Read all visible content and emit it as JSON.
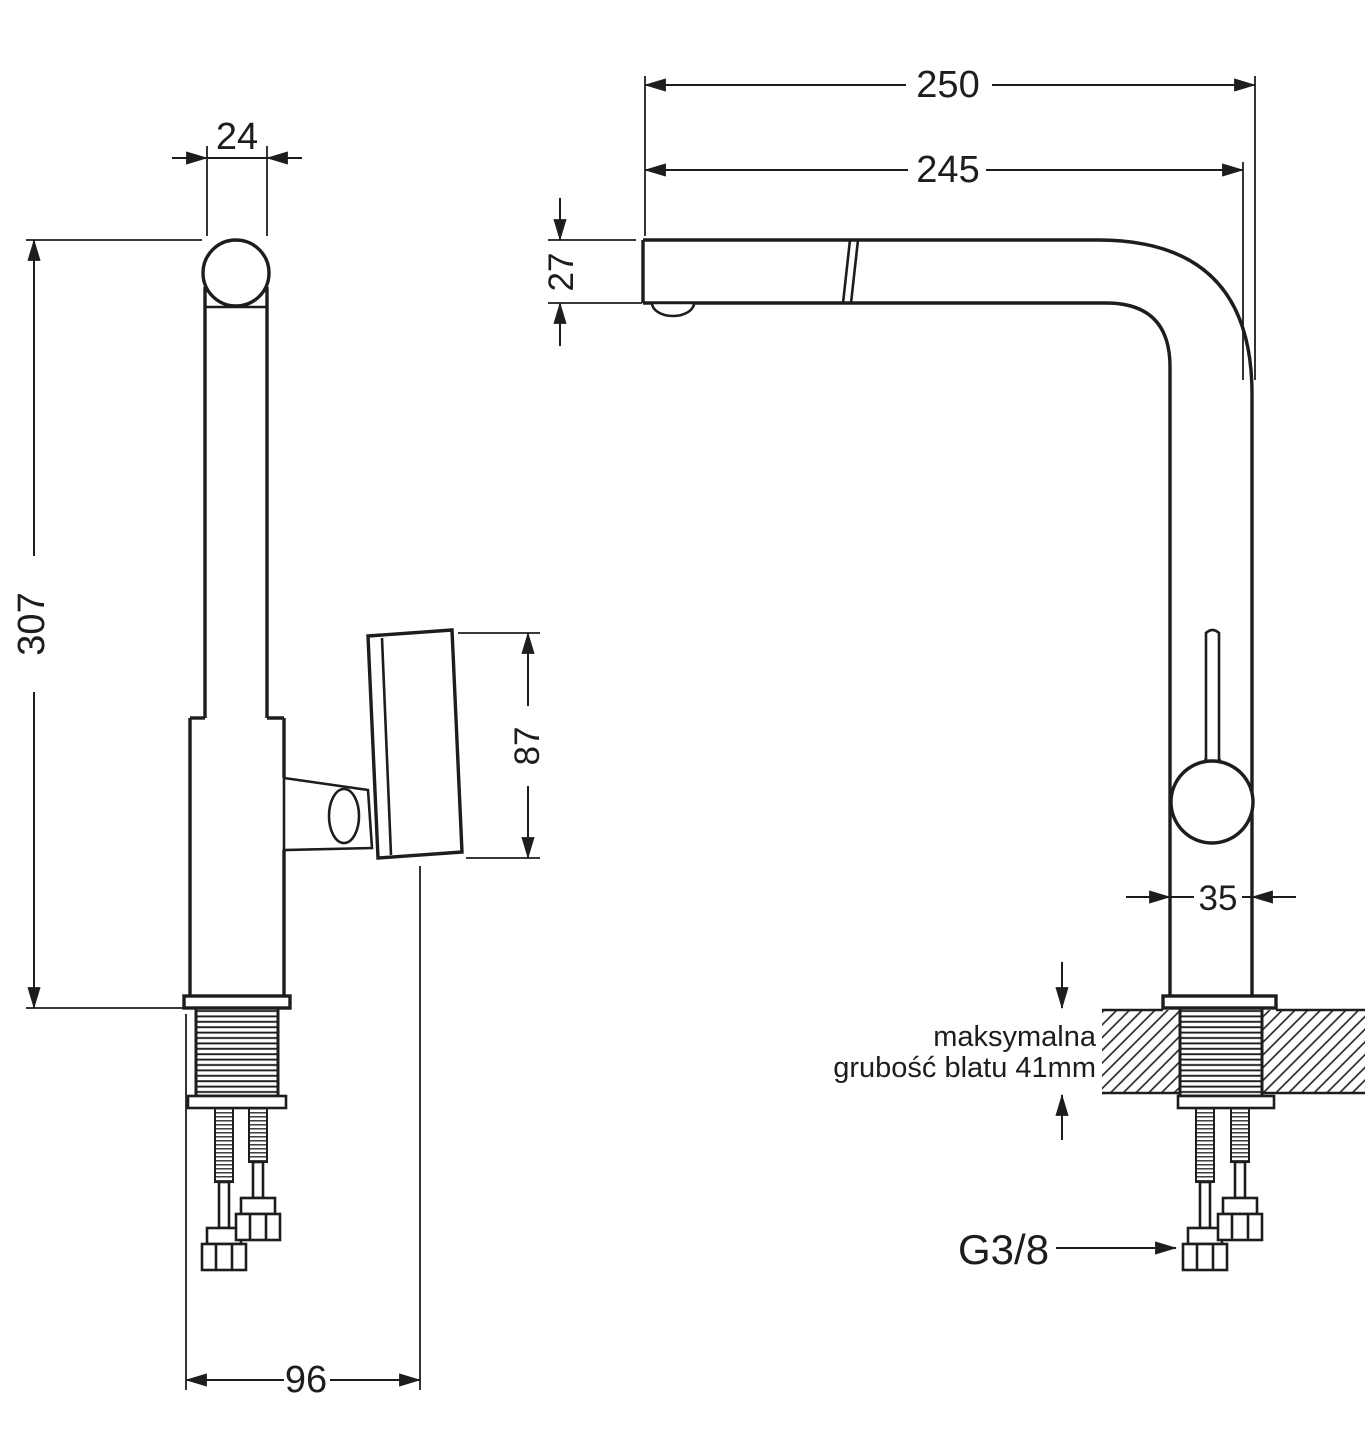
{
  "side_view": {
    "top_width": "24",
    "height": "307",
    "handle_length": "87",
    "base_span": "96"
  },
  "front_view": {
    "total_reach": "250",
    "spout_reach": "245",
    "spout_height": "27",
    "body_width": "35",
    "thread_size": "G3/8",
    "counter_note_line1": "maksymalna",
    "counter_note_line2": "grubość blatu 41mm"
  },
  "colors": {
    "line": "#1d1d1b",
    "background": "#ffffff"
  }
}
